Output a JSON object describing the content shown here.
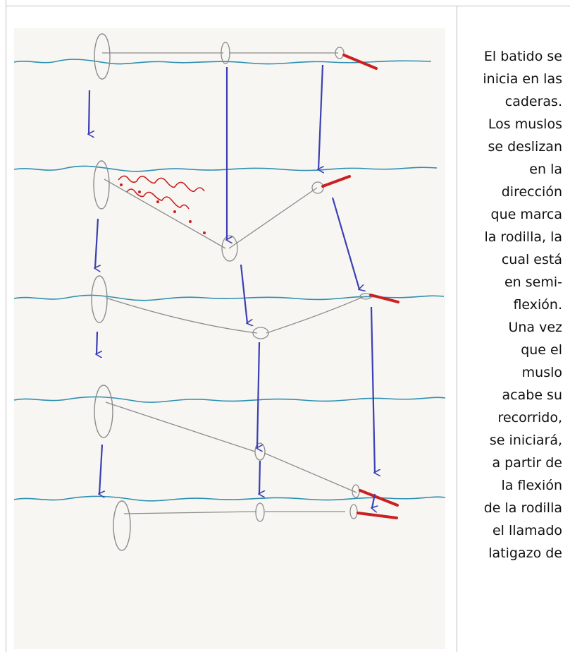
{
  "caption_lines": [
    "El batido se",
    "inicia en las",
    "caderas.",
    "Los muslos",
    "se deslizan",
    "en la",
    "dirección",
    "que marca",
    "la rodilla, la",
    "cual está",
    "en semi-",
    "flexión.",
    "Una vez",
    "que el",
    "muslo",
    "acabe su",
    "recorrido,",
    "se iniciará,",
    "a partir de",
    "la flexión",
    "de la rodilla",
    "el llamado",
    "latigazo de"
  ],
  "colors": {
    "water": "#2d8fb0",
    "arrow": "#3b3fb4",
    "foot": "#cc1f1f",
    "limb": "#8c8c8c",
    "paper": "#f7f6f3"
  },
  "drawing_icon": "flutter-kick-sequence-sketch"
}
